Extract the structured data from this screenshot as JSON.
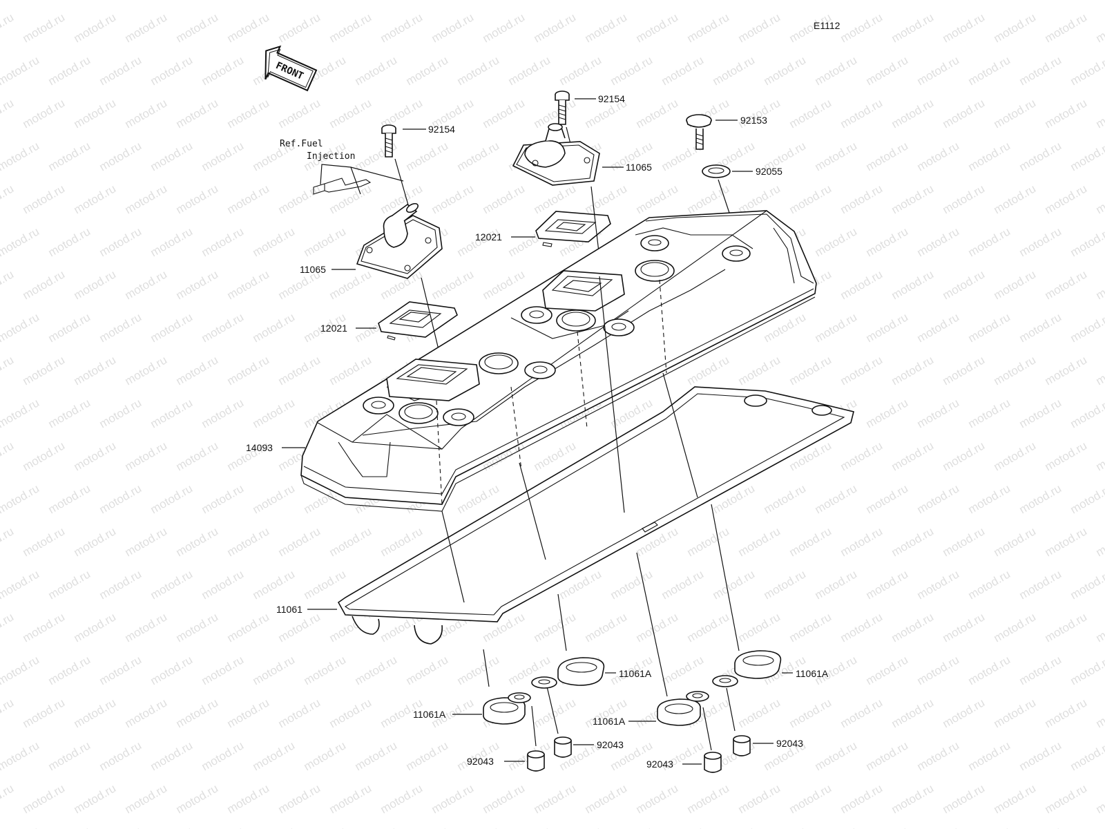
{
  "diagram_code": "E1112",
  "watermark": "motod.ru",
  "front_indicator": "FRONT",
  "reference_note": {
    "line1": "Ref.Fuel",
    "line2": "Injection"
  },
  "callouts": [
    "92154",
    "92154",
    "92153",
    "11065",
    "92055",
    "11065",
    "12021",
    "12021",
    "14093",
    "11061",
    "11061A",
    "11061A",
    "11061A",
    "11061A",
    "92043",
    "92043",
    "92043",
    "92043"
  ]
}
